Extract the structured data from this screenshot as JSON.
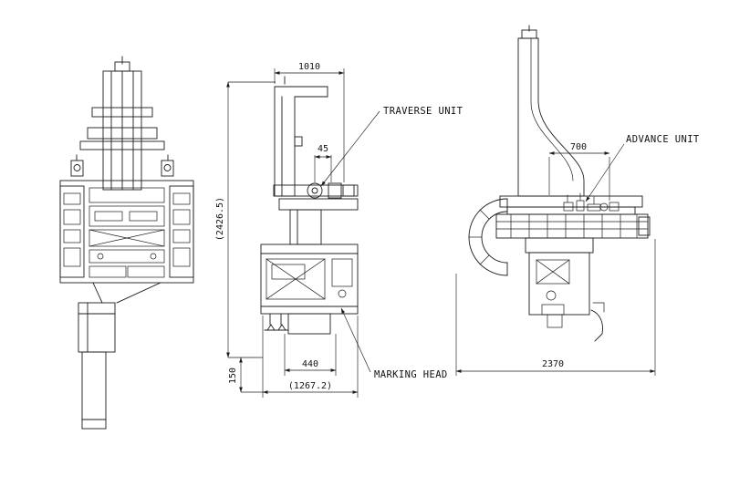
{
  "labels": {
    "traverse_unit": "TRAVERSE UNIT",
    "advance_unit": "ADVANCE UNIT",
    "marking_head": "MARKING HEAD"
  },
  "dimensions": {
    "top_width": "1010",
    "traverse_offset": "45",
    "overall_height": "(2426.5)",
    "head_width": "440",
    "base_width": "(1267.2)",
    "foot_height": "150",
    "advance_travel": "700",
    "overall_depth": "2370"
  },
  "colors": {
    "line": "#1c1c1c",
    "background": "#ffffff"
  }
}
